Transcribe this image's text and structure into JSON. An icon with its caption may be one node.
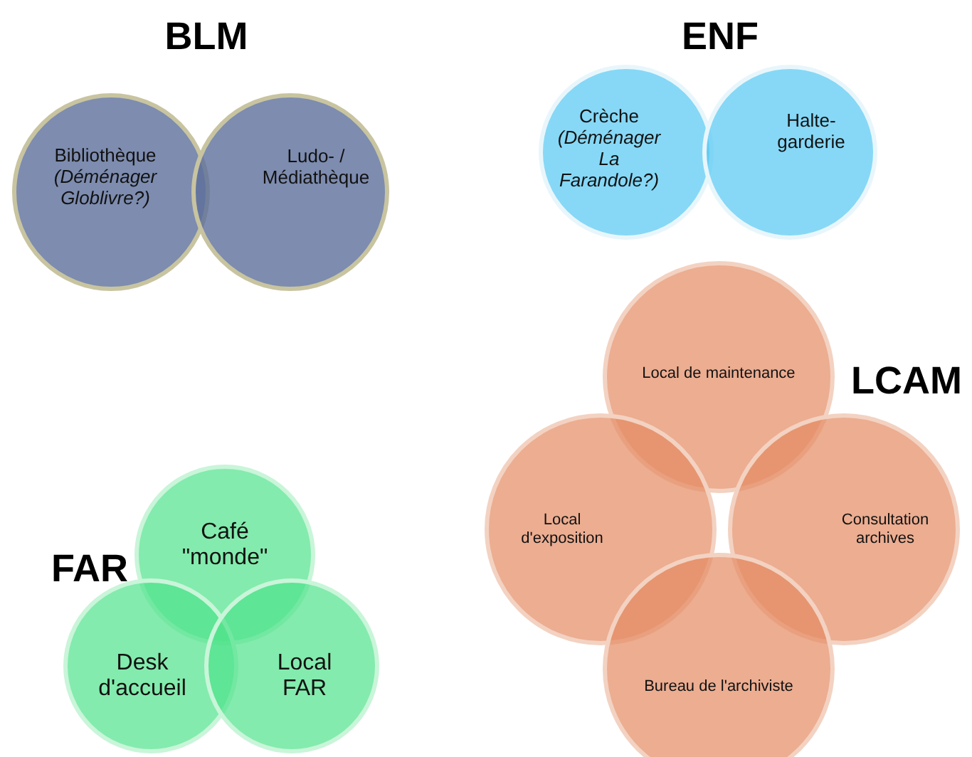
{
  "diagram": {
    "nodes": [
      {
        "text": [
          "Bibliothèque *(Déménager Globlivre?)*"
        ]
      },
      {
        "text": [
          "Ludo- / Médiathèque"
        ]
      },
      {
        "text": [
          "Crèche *(Déménager La Farandole?)*"
        ]
      },
      {
        "text": [
          "Halte-garderie"
        ]
      },
      {
        "text": [
          "Local de maintenance"
        ]
      },
      {
        "text": [
          "Local d'exposition"
        ]
      },
      {
        "text": [
          "Consultation archives"
        ]
      },
      {
        "text": [
          "Café \"monde\""
        ]
      },
      {
        "text": [
          "Desk d'accueil"
        ]
      },
      {
        "text": [
          "Local FAR"
        ]
      },
      {
        "text": [
          "Bureau de l'archiviste"
        ]
      }
    ],
    "labels": [
      "BLM",
      "ENF",
      "LCAM",
      "FAR"
    ]
  }
}
